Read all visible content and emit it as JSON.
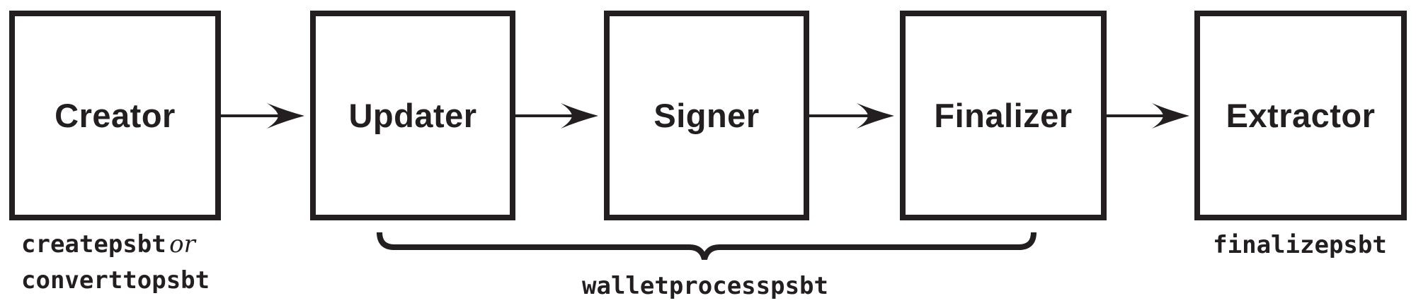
{
  "colors": {
    "ink": "#231f20",
    "background": "#ffffff"
  },
  "diagram": {
    "type": "flowchart",
    "direction": "left-to-right",
    "nodes": [
      {
        "id": "creator",
        "label": "Creator"
      },
      {
        "id": "updater",
        "label": "Updater"
      },
      {
        "id": "signer",
        "label": "Signer"
      },
      {
        "id": "finalizer",
        "label": "Finalizer"
      },
      {
        "id": "extractor",
        "label": "Extractor"
      }
    ],
    "edges": [
      {
        "from": "creator",
        "to": "updater"
      },
      {
        "from": "updater",
        "to": "signer"
      },
      {
        "from": "signer",
        "to": "finalizer"
      },
      {
        "from": "finalizer",
        "to": "extractor"
      }
    ],
    "annotations": {
      "creator": {
        "line1_code": "createpsbt",
        "conjunction": "or",
        "line2_code": "converttopsbt"
      },
      "brace": {
        "label": "walletprocesspsbt",
        "spans_nodes": [
          "updater",
          "signer",
          "finalizer"
        ]
      },
      "extractor": {
        "label": "finalizepsbt"
      }
    }
  }
}
